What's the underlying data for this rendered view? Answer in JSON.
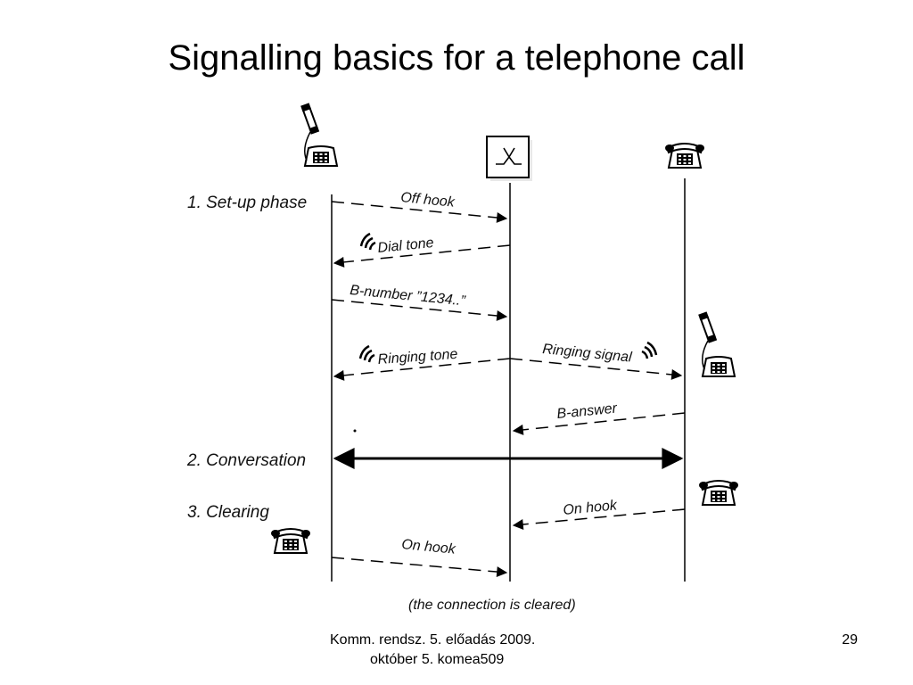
{
  "slide": {
    "title": "Signalling basics for a telephone call",
    "footer_line1": "Komm. rendsz. 5. előadás 2009.",
    "footer_line2": "október 5.  komea509",
    "page_number": "29"
  },
  "diagram": {
    "phases": {
      "setup": "1. Set-up phase",
      "conversation": "2. Conversation",
      "clearing": "3. Clearing"
    },
    "messages": {
      "off_hook": "Off hook",
      "dial_tone": "Dial tone",
      "b_number": "B-number ”1234..”",
      "ringing_tone": "Ringing tone",
      "ringing_signal": "Ringing signal",
      "b_answer": "B-answer",
      "on_hook_b": "On hook",
      "on_hook_a": "On hook"
    },
    "note": "(the connection is cleared)",
    "icons": {
      "phone_a_offhook": "telephone-offhook-icon",
      "exchange": "switch-icon",
      "phone_b": "telephone-icon",
      "phone_b_offhook": "telephone-offhook-icon",
      "phone_b_onhook": "telephone-icon",
      "phone_a_onhook": "telephone-icon"
    }
  }
}
